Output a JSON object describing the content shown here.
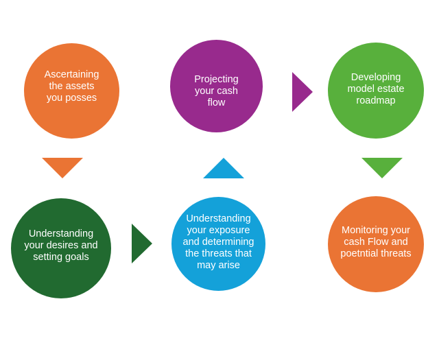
{
  "steps": [
    {
      "id": "ascertaining-assets",
      "label": "Ascertaining\nthe assets\nyou posses",
      "color": "#ea7434"
    },
    {
      "id": "projecting-cash-flow",
      "label": "Projecting\nyour cash\nflow",
      "color": "#982a8d"
    },
    {
      "id": "developing-roadmap",
      "label": "Developing\nmodel estate\nroadmap",
      "color": "#58b03c"
    },
    {
      "id": "understanding-desires",
      "label": "Understanding\nyour desires and\nsetting goals",
      "color": "#216a30"
    },
    {
      "id": "understanding-exposure",
      "label": "Understanding\nyour exposure\nand determining\nthe threats that\nmay arise",
      "color": "#14a1d9"
    },
    {
      "id": "monitoring-cash-flow",
      "label": "Monitoring your\ncash Flow and\npoetntial threats",
      "color": "#ea7434"
    }
  ],
  "arrows": [
    {
      "direction": "down",
      "color": "#ea7434"
    },
    {
      "direction": "right",
      "color": "#216a30"
    },
    {
      "direction": "up",
      "color": "#14a1d9"
    },
    {
      "direction": "right",
      "color": "#982a8d"
    },
    {
      "direction": "down",
      "color": "#58b03c"
    }
  ]
}
